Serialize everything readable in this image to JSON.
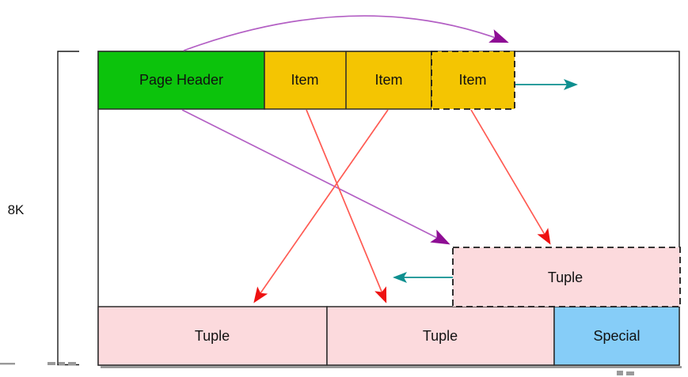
{
  "diagram": {
    "title_semantic": "database-page-layout",
    "size_label": "8K",
    "page_header": {
      "label": "Page Header"
    },
    "items": [
      {
        "label": "Item"
      },
      {
        "label": "Item"
      },
      {
        "label": "Item"
      }
    ],
    "new_tuple": {
      "label": "Tuple"
    },
    "bottom_row": [
      {
        "label": "Tuple"
      },
      {
        "label": "Tuple"
      },
      {
        "label": "Special"
      }
    ]
  },
  "colors": {
    "header_green": "#0cc30c",
    "item_yellow": "#f4c502",
    "tuple_pink": "#fcdadd",
    "special_blue": "#86cdf8",
    "border_dark": "#2b2b2b",
    "page_border": "#1a1a1a",
    "arrow_red_line": "#ff5a52",
    "arrow_red_head": "#ee1111",
    "arrow_purple_line": "#b35fc4",
    "arrow_purple_head": "#8e0d94",
    "arrow_teal": "#0d8f8f",
    "shadow_gray": "#8c8c8c",
    "fragment_gray": "#9a9a9a"
  }
}
